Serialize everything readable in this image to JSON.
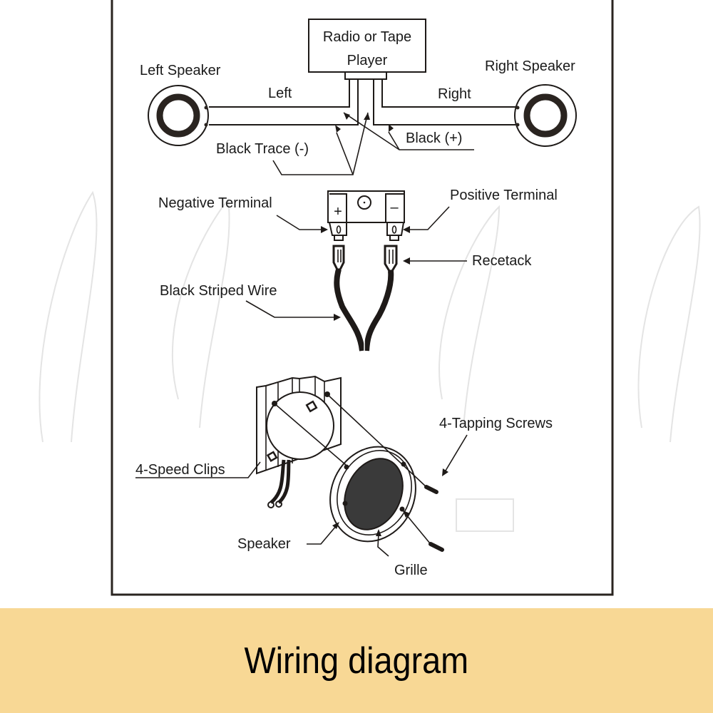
{
  "diagram": {
    "labels": {
      "radio_line1": "Radio or Tape",
      "radio_line2": "Player",
      "left_speaker": "Left Speaker",
      "right_speaker": "Right Speaker",
      "left": "Left",
      "right": "Right",
      "black_trace": "Black  Trace (-)",
      "black_plus": "Black  (+)",
      "negative_terminal": "Negative  Terminal",
      "positive_terminal": "Positive  Terminal",
      "recetack": "Recetack",
      "black_striped_wire": "Black  Striped  Wire",
      "tapping_screws": "4-Tapping Screws",
      "speed_clips": "4-Speed  Clips",
      "speaker": "Speaker",
      "grille": "Grille",
      "plus_symbol": "+",
      "minus_symbol": "–"
    }
  },
  "caption": {
    "title": "Wiring diagram",
    "background_color": "#f8d895"
  }
}
